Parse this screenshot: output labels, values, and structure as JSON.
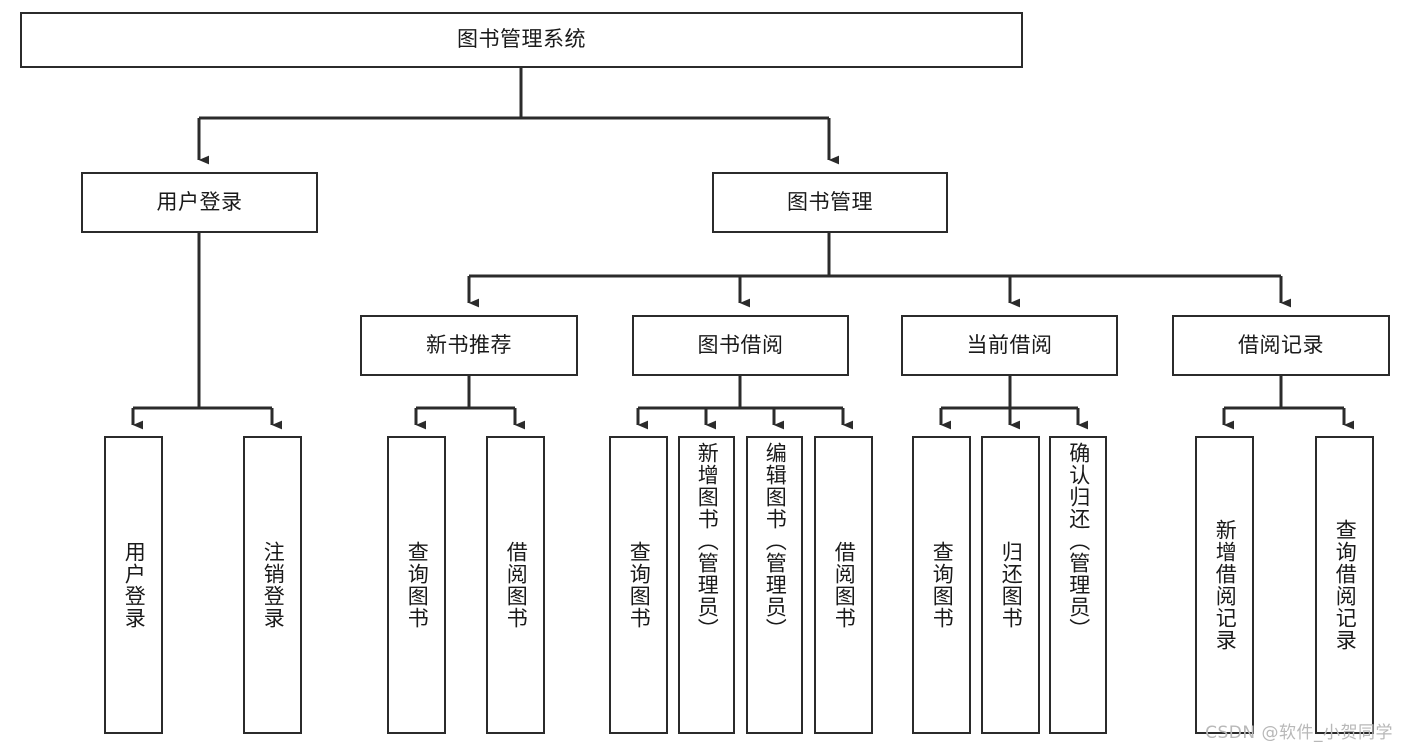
{
  "diagram": {
    "title": "图书管理系统",
    "type": "tree",
    "theme": {
      "background": "#ffffff",
      "box_border": "#2b2b2b",
      "box_fill": "#ffffff",
      "text": "#1a1a1a",
      "connector": "#2b2b2b",
      "watermark": "#b8b8b8"
    }
  },
  "nodes": {
    "root": {
      "label": "图书管理系统",
      "orientation": "horizontal"
    },
    "level1": [
      {
        "id": "user-login",
        "label": "用户登录",
        "orientation": "horizontal"
      },
      {
        "id": "book-manage",
        "label": "图书管理",
        "orientation": "horizontal"
      }
    ],
    "level2": [
      {
        "id": "new-book-recommend",
        "label": "新书推荐",
        "orientation": "horizontal"
      },
      {
        "id": "book-borrow",
        "label": "图书借阅",
        "orientation": "horizontal"
      },
      {
        "id": "current-borrow",
        "label": "当前借阅",
        "orientation": "horizontal"
      },
      {
        "id": "borrow-record",
        "label": "借阅记录",
        "orientation": "horizontal"
      }
    ],
    "leaves": {
      "user_login": [
        {
          "id": "leaf-user-login",
          "label": "用户登录",
          "orientation": "vertical"
        },
        {
          "id": "leaf-logout-login",
          "label": "注销登录",
          "orientation": "vertical"
        }
      ],
      "new_book_recommend": [
        {
          "id": "leaf-query-book-1",
          "label": "查询图书",
          "orientation": "vertical"
        },
        {
          "id": "leaf-borrow-book-1",
          "label": "借阅图书",
          "orientation": "vertical"
        }
      ],
      "book_borrow": [
        {
          "id": "leaf-query-book-2",
          "label": "查询图书",
          "orientation": "vertical"
        },
        {
          "id": "leaf-add-book-admin",
          "label": "新增图书（管理员）",
          "orientation": "vertical"
        },
        {
          "id": "leaf-edit-book-admin",
          "label": "编辑图书（管理员）",
          "orientation": "vertical"
        },
        {
          "id": "leaf-borrow-book-2",
          "label": "借阅图书",
          "orientation": "vertical"
        }
      ],
      "current_borrow": [
        {
          "id": "leaf-query-book-3",
          "label": "查询图书",
          "orientation": "vertical"
        },
        {
          "id": "leaf-return-book",
          "label": "归还图书",
          "orientation": "vertical"
        },
        {
          "id": "leaf-confirm-return-admin",
          "label": "确认归还（管理员）",
          "orientation": "vertical"
        }
      ],
      "borrow_record": [
        {
          "id": "leaf-add-borrow-record",
          "label": "新增借阅记录",
          "orientation": "vertical"
        },
        {
          "id": "leaf-query-borrow-record",
          "label": "查询借阅记录",
          "orientation": "vertical"
        }
      ]
    }
  },
  "watermark": {
    "text": "CSDN @软件_小贺同学"
  }
}
